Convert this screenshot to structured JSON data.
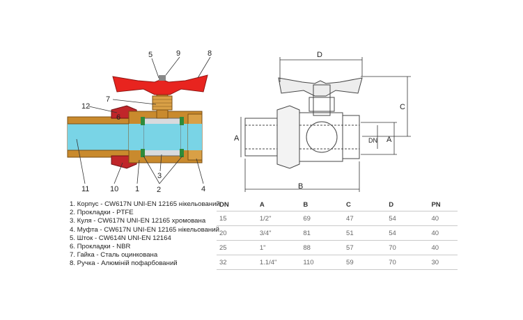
{
  "callouts": [
    "1",
    "2",
    "3",
    "4",
    "5",
    "6",
    "7",
    "8",
    "9",
    "10",
    "11",
    "12"
  ],
  "legend": [
    "1. Корпус - CW617N UNI-EN 12165 нікельований",
    "2. Прокладки - PTFE",
    "3. Куля - CW617N UNI-EN 12165 хромована",
    "4. Муфта - CW617N UNI-EN 12165 нікельований",
    "5. Шток - CW614N UNI-EN 12164",
    "6. Прокладки - NBR",
    "7. Гайка - Сталь оцинкована",
    "8. Ручка - Алюміній пофарбований"
  ],
  "dimensions": {
    "d": "D",
    "c": "C",
    "a": "A",
    "dn": "DN",
    "a_left": "A",
    "b": "B"
  },
  "table": {
    "headers": [
      "DN",
      "A",
      "B",
      "C",
      "D",
      "PN"
    ],
    "rows": [
      [
        "15",
        "1/2\"",
        "69",
        "47",
        "54",
        "40"
      ],
      [
        "20",
        "3/4\"",
        "81",
        "51",
        "54",
        "40"
      ],
      [
        "25",
        "1\"",
        "88",
        "57",
        "70",
        "40"
      ],
      [
        "32",
        "1.1/4\"",
        "110",
        "59",
        "70",
        "30"
      ]
    ]
  },
  "colors": {
    "handle": "#e8241f",
    "brass": "#c98a2d",
    "bore": "#79d4e6",
    "seal": "#2e8b3a",
    "nut": "#c0262a"
  }
}
